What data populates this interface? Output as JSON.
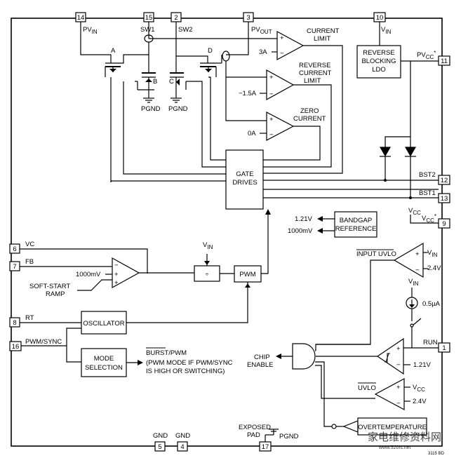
{
  "pins": {
    "p14": "14",
    "p15": "15",
    "p2": "2",
    "p3": "3",
    "p10": "10",
    "p11": "11",
    "p12": "12",
    "p13": "13",
    "p9": "9",
    "p1": "1",
    "p6": "6",
    "p7": "7",
    "p8": "8",
    "p16": "16",
    "p5": "5",
    "p4": "4",
    "p17": "17"
  },
  "labels": {
    "pvin": "PV",
    "pvin_sub": "IN",
    "sw1": "SW1",
    "sw2": "SW2",
    "pvout": "PV",
    "pvout_sub": "OUT",
    "vin_top": "V",
    "vin_top_sub": "IN",
    "pvcc": "PV",
    "pvcc_sub": "CC",
    "pvcc_star": "*",
    "bst2": "BST2",
    "bst1": "BST1",
    "vcc": "V",
    "vcc_sub": "CC",
    "vcc_pin": "V",
    "vcc_pin_sub": "CC",
    "vcc_pin_star": "*",
    "run": "RUN",
    "vc": "VC",
    "fb": "FB",
    "rt": "RT",
    "pwm_sync": "PWM/SYNC",
    "gnd1": "GND",
    "gnd2": "GND",
    "exposed": "EXPOSED",
    "pad": "PAD",
    "pgnd_pad": "PGND",
    "a": "A",
    "b": "B",
    "c": "C",
    "d": "D",
    "pgnd1": "PGND",
    "pgnd2": "PGND",
    "current_limit_1": "CURRENT",
    "current_limit_2": "LIMIT",
    "cl_value": "3A",
    "rev_1": "REVERSE",
    "rev_2": "CURRENT",
    "rev_3": "LIMIT",
    "rev_value": "−1.5A",
    "zero_1": "ZERO",
    "zero_2": "CURRENT",
    "zero_value": "0A",
    "gate_1": "GATE",
    "gate_2": "DRIVES",
    "ldo_1": "REVERSE",
    "ldo_2": "BLOCKING",
    "ldo_3": "LDO",
    "bandgap_1": "BANDGAP",
    "bandgap_2": "REFERENCE",
    "ref_121": "1.21V",
    "ref_1000": "1000mV",
    "vin_div": "V",
    "vin_div_sub": "IN",
    "div": "÷",
    "pwm": "PWM",
    "ea_ref": "1000mV",
    "softstart_1": "SOFT-START",
    "softstart_2": "RAMP",
    "oscillator": "OSCILLATOR",
    "mode_1": "MODE",
    "mode_2": "SELECTION",
    "burst_1": "BURST/PWM",
    "burst_2": "(PWM MODE IF PWM/SYNC",
    "burst_3": "IS HIGH OR SWITCHING)",
    "input_uvlo": "INPUT UVLO",
    "uvlo_vin": "V",
    "uvlo_vin_sub": "IN",
    "uvlo_24": "2.4V",
    "src_vin": "V",
    "src_vin_sub": "IN",
    "src_current": "0.5µA",
    "run_ref": "1.21V",
    "chip_1": "CHIP",
    "chip_2": "ENABLE",
    "uvlo": "UVLO",
    "uvlo_vcc": "V",
    "uvlo_vcc_sub": "CC",
    "uvlo_vcc_24": "2.4V",
    "overtemp": "OVERTEMPERATURE",
    "figure_code": "3115 BD",
    "plus": "+",
    "minus": "−"
  },
  "watermark": {
    "text": "家电维修资料网",
    "url": "www.520fs.net"
  },
  "colors": {
    "line": "#000000",
    "watermark": "#2fb7c9"
  }
}
